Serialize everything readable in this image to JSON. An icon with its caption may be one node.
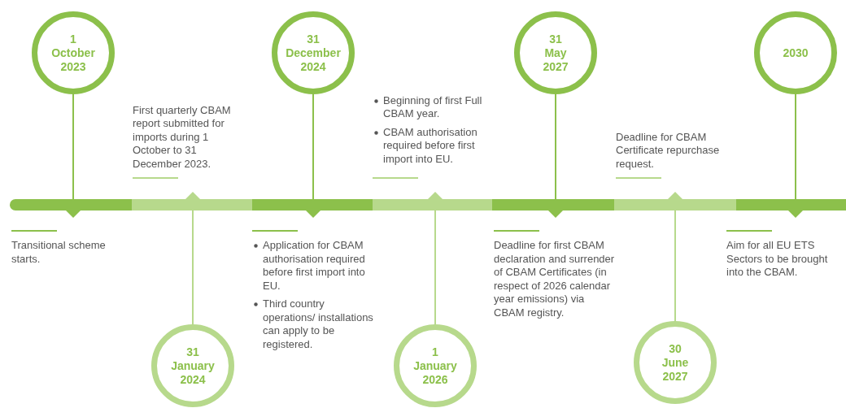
{
  "diagram": {
    "nodes": [
      {
        "text": [
          "1 October 2023"
        ]
      },
      {
        "text": [
          "31 January 2024"
        ]
      },
      {
        "text": [
          "31 December 2024"
        ]
      },
      {
        "text": [
          "1 January 2026"
        ]
      },
      {
        "text": [
          "31 May 2027"
        ]
      },
      {
        "text": [
          "30 June 2027"
        ]
      },
      {
        "text": [
          "2030"
        ]
      }
    ],
    "labels": [
      "Transitional scheme starts.",
      "First quarterly CBAM report submitted for imports during 1 October to 31 December 2023.",
      "Application for CBAM authorisation required before first import into EU.",
      "Third country operations/ installations can apply to be registered.",
      "Beginning of first Full CBAM year.",
      "CBAM authorisation required before first import into EU.",
      "Deadline for first CBAM declaration and surrender of CBAM Certificates (in respect of 2026 calendar year emissions) via CBAM registry.",
      "Deadline for CBAM Certificate repurchase request.",
      "Aim for all EU ETS Sectors to be brought into the CBAM."
    ]
  }
}
